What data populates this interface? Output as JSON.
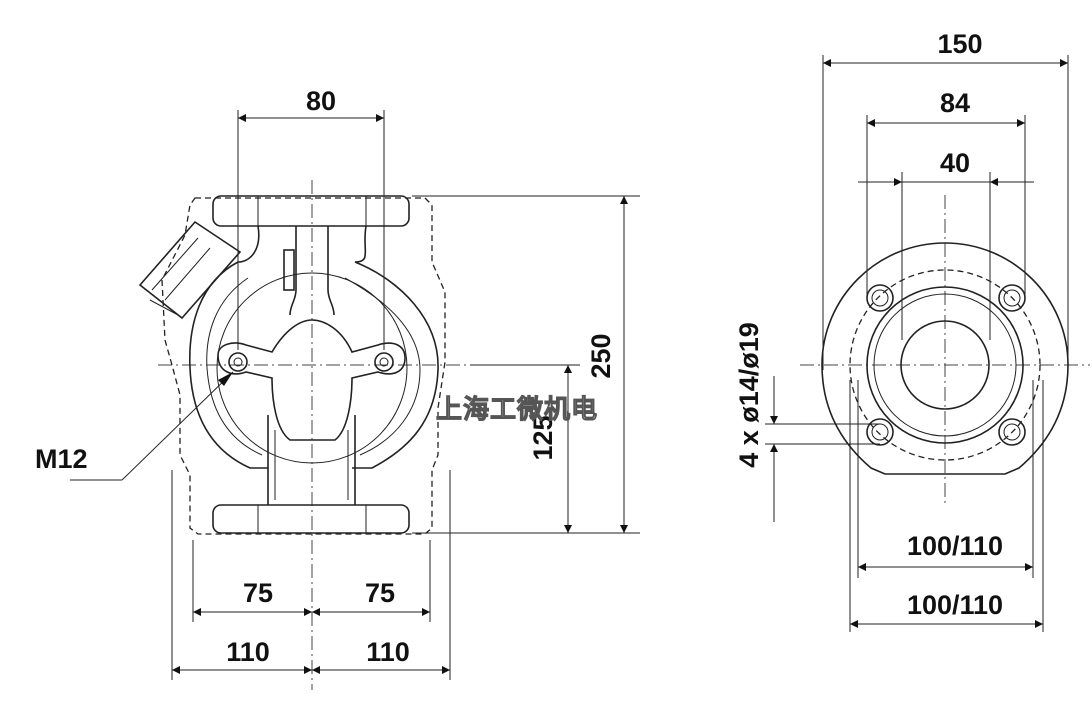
{
  "front_view": {
    "dim_top": "80",
    "dim_height": "250",
    "dim_half_height": "125",
    "thread_label": "M12",
    "dim_left_inner": "75",
    "dim_right_inner": "75",
    "dim_left_outer": "110",
    "dim_right_outer": "110"
  },
  "side_view": {
    "dim_outer": "150",
    "dim_pcd": "84",
    "dim_bore": "40",
    "holes_label": "4 x ø14/ø19",
    "dim_base_inner": "100/110",
    "dim_base_outer": "100/110"
  },
  "watermark": "上海工微机电",
  "colors": {
    "line": "#222222",
    "background": "#ffffff"
  }
}
